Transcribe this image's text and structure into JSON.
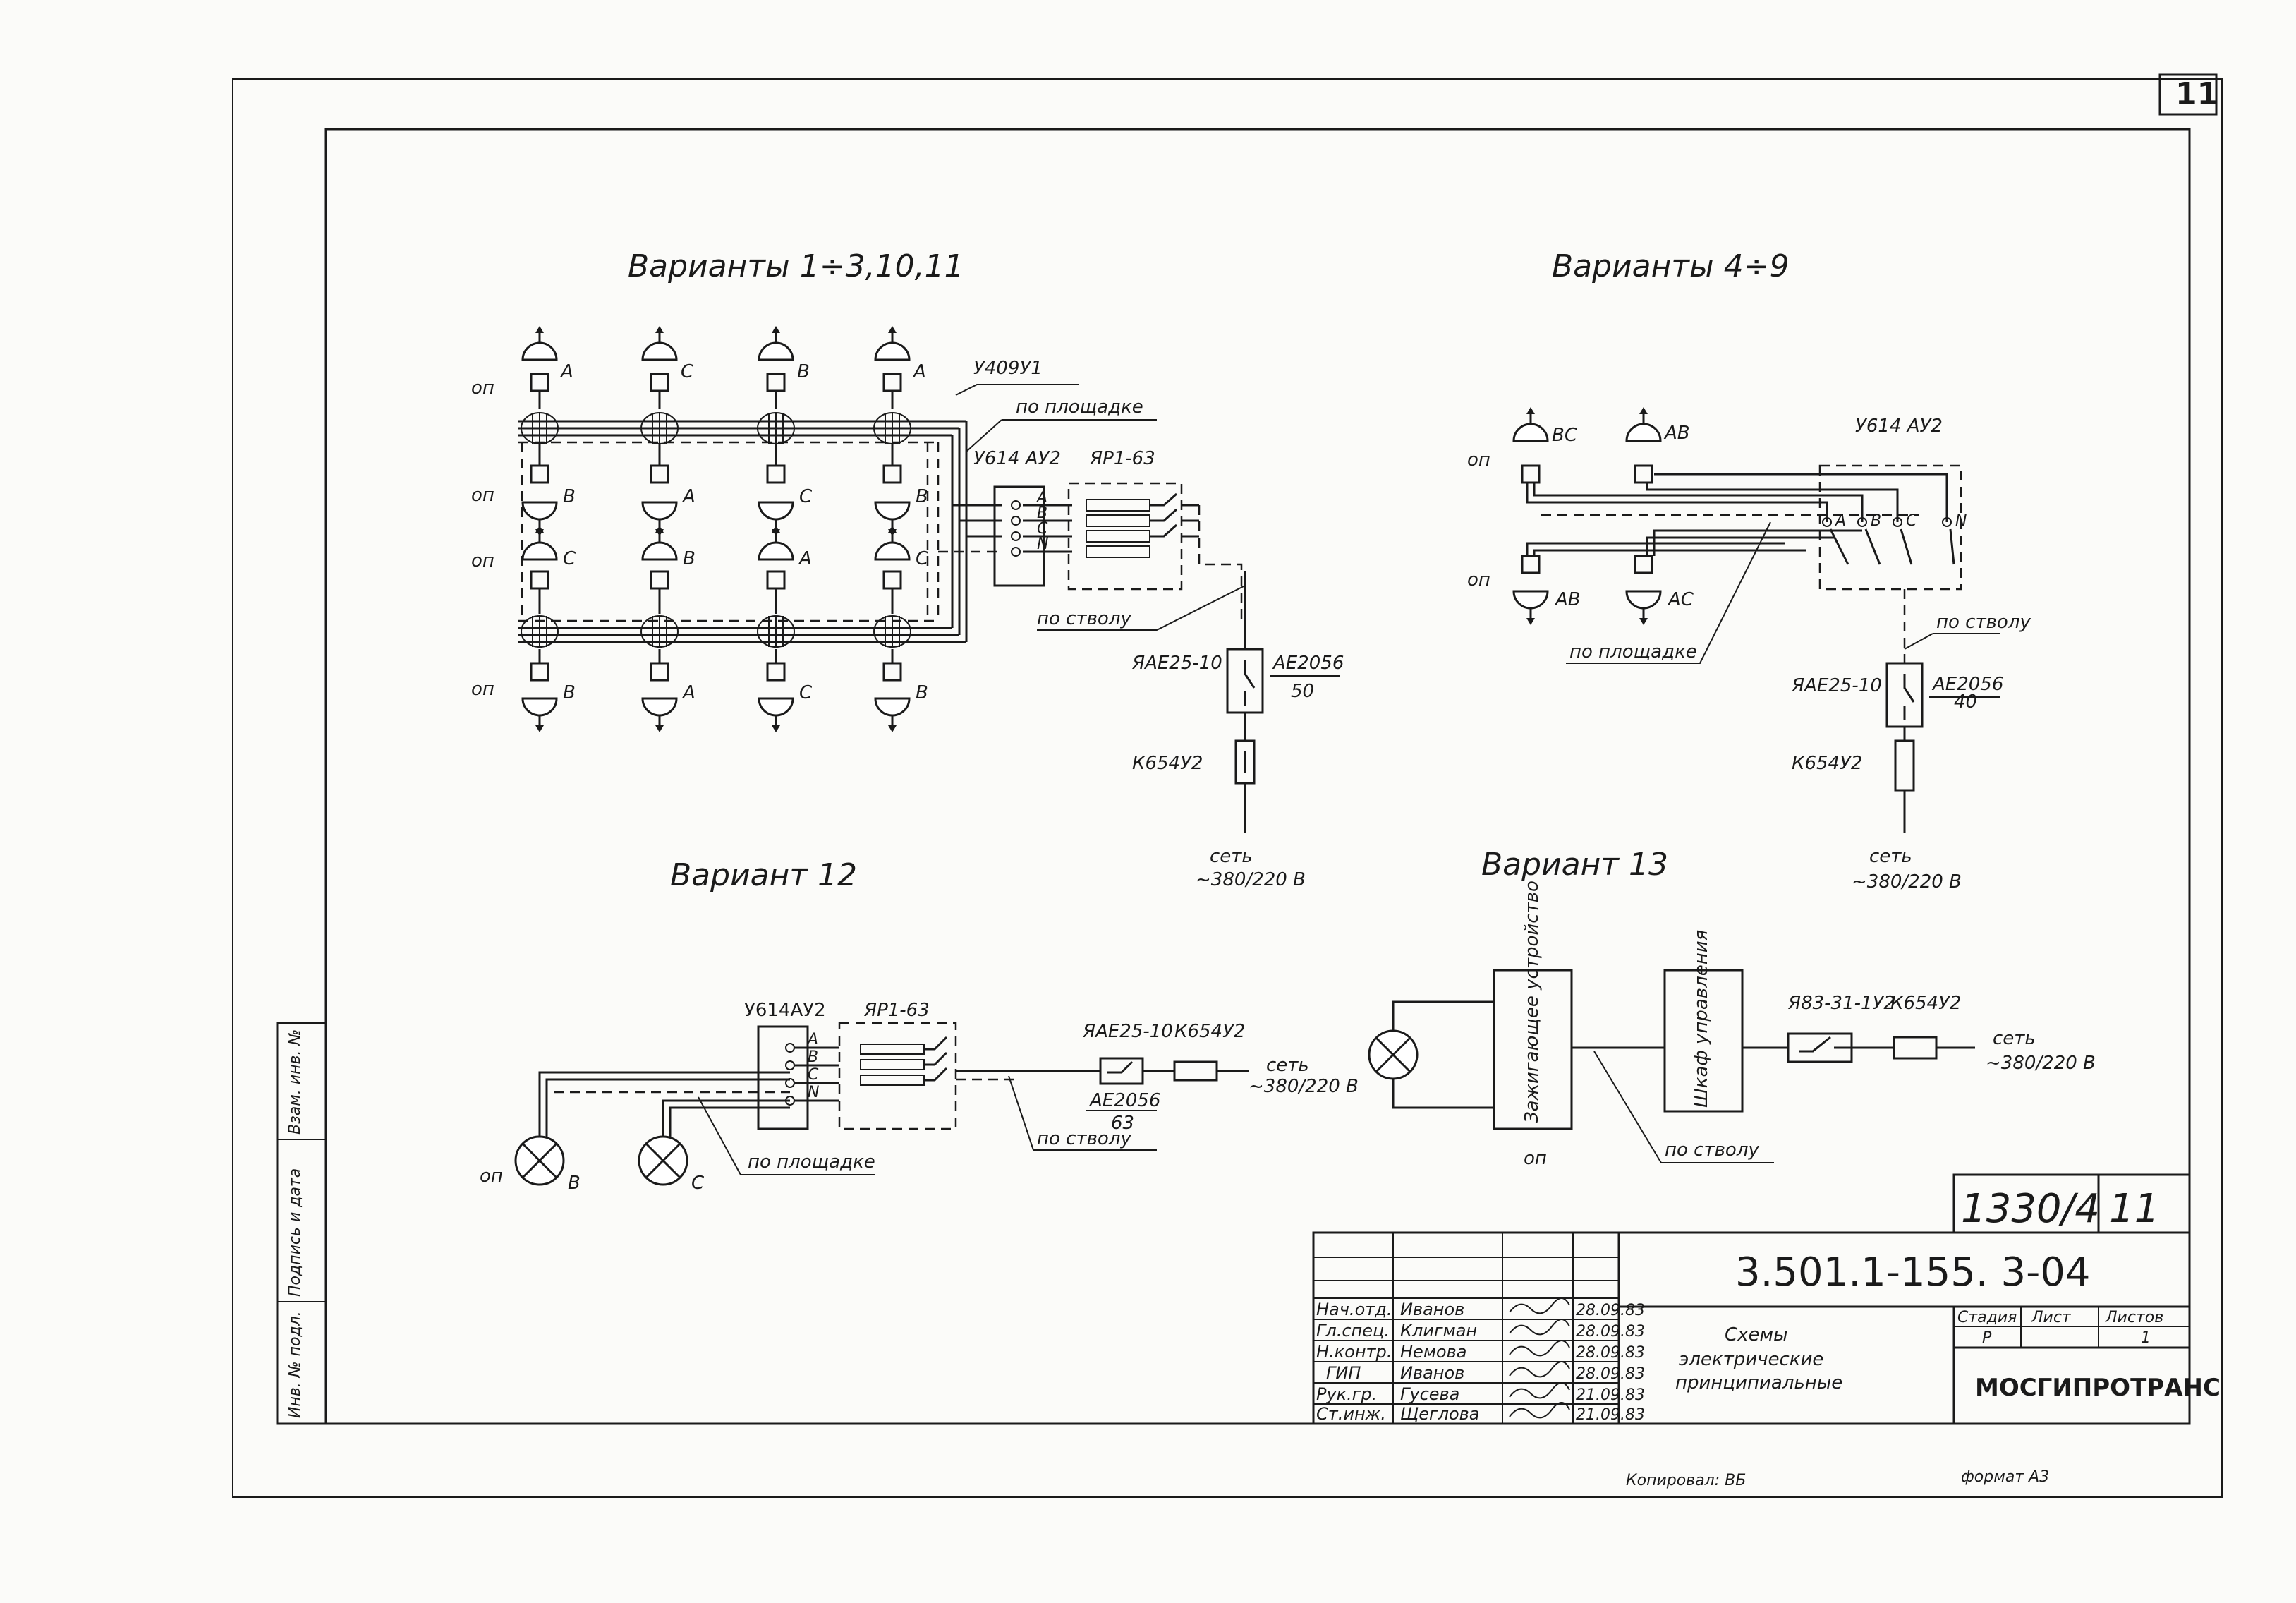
{
  "sheet": {
    "sheet_number": "11",
    "copied_by": "Копировал: ВБ",
    "format": "формат А3"
  },
  "variants": {
    "v1": {
      "title": "Варианты 1÷3,10,11",
      "op": "оп",
      "row1_phases": [
        "А",
        "С",
        "В",
        "А"
      ],
      "row2_phases": [
        "В",
        "А",
        "С",
        "В"
      ],
      "row3_phases": [
        "С",
        "В",
        "А",
        "С"
      ],
      "row4_phases": [
        "В",
        "А",
        "С",
        "В"
      ],
      "device1": "У409У1",
      "device2": "У614 АУ2",
      "device3": "ЯР1-63",
      "route1": "по площадке",
      "route2": "по стволу",
      "terminals": [
        "А",
        "В",
        "С",
        "N"
      ],
      "breaker": "ЯАЕ25-10",
      "breaker_rating_top": "АЕ2056",
      "breaker_rating_bottom": "50",
      "box": "К654У2",
      "mains": "сеть",
      "mains_voltage": "~380/220 В"
    },
    "v4": {
      "title": "Варианты 4÷9",
      "op": "оп",
      "lamps": [
        "ВС",
        "АВ",
        "АВ",
        "АС"
      ],
      "device": "У614 АУ2",
      "terminals": [
        "А",
        "В",
        "С",
        "N"
      ],
      "route1": "по площадке",
      "route2": "по стволу",
      "breaker": "ЯАЕ25-10",
      "breaker_rating_top": "АЕ2056",
      "breaker_rating_bottom": "40",
      "box": "К654У2",
      "mains": "сеть",
      "mains_voltage": "~380/220 В"
    },
    "v12": {
      "title": "Вариант 12",
      "op": "оп",
      "lamps": [
        "В",
        "С"
      ],
      "device1": "У614АУ2",
      "device2": "ЯР1-63",
      "terminals": [
        "А",
        "В",
        "С",
        "N"
      ],
      "route1": "по площадке",
      "route2": "по стволу",
      "breaker": "ЯАЕ25-10",
      "breaker_rating_top": "АЕ2056",
      "breaker_rating_bottom": "63",
      "box": "К654У2",
      "mains": "сеть",
      "mains_voltage": "~380/220 В"
    },
    "v13": {
      "title": "Вариант 13",
      "op": "оп",
      "ignition": "Зажигающее устройство",
      "cabinet": "Шкаф управления",
      "breaker": "Я83-31-1У2",
      "box": "К654У2",
      "route": "по стволу",
      "mains": "сеть",
      "mains_voltage": "~380/220 В"
    }
  },
  "side_stamp": [
    "Инв. № подл.",
    "Подпись и дата",
    "Взам. инв. №"
  ],
  "title_block": {
    "album": "1330/4",
    "album_sheet": "11",
    "code": "3.501.1-155. 3-04",
    "doc_title": [
      "Схемы",
      "электрические",
      "принципиальные"
    ],
    "stage_header": [
      "Стадия",
      "Лист",
      "Листов"
    ],
    "stage_values": [
      "Р",
      "",
      "1"
    ],
    "company": "МОСГИПРОТРАНС",
    "staff": [
      {
        "role": "Нач.отд.",
        "name": "Иванов",
        "date": "28.09.83"
      },
      {
        "role": "Гл.спец.",
        "name": "Клигман",
        "date": "28.09.83"
      },
      {
        "role": "Н.контр.",
        "name": "Немова",
        "date": "28.09.83"
      },
      {
        "role": "ГИП",
        "name": "Иванов",
        "date": "28.09.83"
      },
      {
        "role": "Рук.гр.",
        "name": "Гусева",
        "date": "21.09.83"
      },
      {
        "role": "Ст.инж.",
        "name": "Щеглова",
        "date": "21.09.83"
      }
    ]
  }
}
